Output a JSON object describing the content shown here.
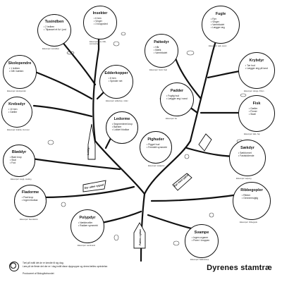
{
  "poster_title": "Dyrenes stamtræ",
  "footer": {
    "line1": "Tæl på indtil det de er kendte til sig dag.",
    "line2": "Læs på de fleste det der er i dag indtil disse dyrgrupper og deres fælles oprindelse.",
    "line3": "Produceret af Biologiforbundet"
  },
  "nodes": [
    {
      "key": "insekter",
      "title": "Insekter",
      "items": [
        "• 6 ben",
        "• Vinger",
        "• 3 kroppsled"
      ],
      "note": "Eksempel: flue, bille, sommerfugl"
    },
    {
      "key": "tusindben",
      "title": "Tusindben",
      "items": [
        "• 2 ledben",
        "• Tilpasset et liv i jord"
      ],
      "note": "Eksempel: tusindben"
    },
    {
      "key": "skolopendre",
      "title": "Skolopendre",
      "items": [
        "• 1 ledben",
        "• Gift i kæben"
      ],
      "note": "Eksempel: skolopender"
    },
    {
      "key": "edderkopper",
      "title": "Edderkopper",
      "items": [
        "• 8 ben",
        "• Spinder net"
      ],
      "note": "Eksempel: edderkop, mider"
    },
    {
      "key": "krebsdyr",
      "title": "Krebsdyr",
      "items": [
        "• 10 ben",
        "• Gæller"
      ],
      "note": "Eksempel: krabbe, hummer"
    },
    {
      "key": "ledorme",
      "title": "Ledorme",
      "items": [
        "• Segmenteret krop",
        "• Børster",
        "• Lukket blodkar"
      ],
      "note": "Eksempel: regnorm"
    },
    {
      "key": "blaeddyr",
      "title": "Bløddyr",
      "items": [
        "• Blød krop",
        "• Skal",
        "• Fod"
      ],
      "note": "Eksempel: snegl, musling"
    },
    {
      "key": "fladorme",
      "title": "Fladorme",
      "items": [
        "• Flad krop",
        "• Ingen blodkar"
      ],
      "note": "Eksempel: bændelorm"
    },
    {
      "key": "polypdyr",
      "title": "Polypdyr",
      "items": [
        "• Nældeceller",
        "• Radiær symmetri"
      ],
      "note": "Eksempel: vandmand"
    },
    {
      "key": "svampe",
      "title": "Svampe",
      "items": [
        "• Ingen organer",
        "• Porer i kroppen"
      ],
      "note": "Eksempel: badesvamp"
    },
    {
      "key": "pighuder",
      "title": "Pighuder",
      "items": [
        "• Pigget hud",
        "• Femdelt symmetri"
      ],
      "note": "Eksempel: søstjerne"
    },
    {
      "key": "padder",
      "title": "Padder",
      "items": [
        "• Fugtig hud",
        "• Lægger æg i vand"
      ],
      "note": "Eksempel: frø"
    },
    {
      "key": "pattedyr",
      "title": "Pattedyr",
      "items": [
        "• Hår",
        "• Mælk",
        "• Varmblodet"
      ],
      "note": "Eksempel: hund, hval"
    },
    {
      "key": "fugle",
      "title": "Fugle",
      "items": [
        "• Fjer",
        "• Vinger",
        "• Varmblodet",
        "• Lægger æg"
      ],
      "note": "Eksempel: ugle, spurv"
    },
    {
      "key": "krybdyr",
      "title": "Krybdyr",
      "items": [
        "• Tør hud",
        "• Lægger æg på land"
      ],
      "note": "Eksempel: slange, firben"
    },
    {
      "key": "fisk",
      "title": "Fisk",
      "items": [
        "• Gæller",
        "• Finner",
        "• Skæl"
      ],
      "note": "Eksempel: laks, haj"
    },
    {
      "key": "saekdyr",
      "title": "Sækdyr",
      "items": [
        "• Sækformet",
        "• Fastsiddende"
      ],
      "note": "Eksempel: søpung"
    },
    {
      "key": "ribbegopler",
      "title": "Ribbegopler",
      "items": [
        "• Ribber",
        "• Gennemsigtig"
      ],
      "note": "Eksempel: ribbegople"
    }
  ],
  "arrow_labels": [
    {
      "key": "a1",
      "text": "Leddyr"
    },
    {
      "key": "a2",
      "text": "Dyr uden rygrad"
    },
    {
      "key": "a3",
      "text": "Dyr med rygrad"
    },
    {
      "key": "a4",
      "text": "Fælles ophav"
    }
  ],
  "colors": {
    "line": "#111111",
    "bg": "#ffffff"
  }
}
